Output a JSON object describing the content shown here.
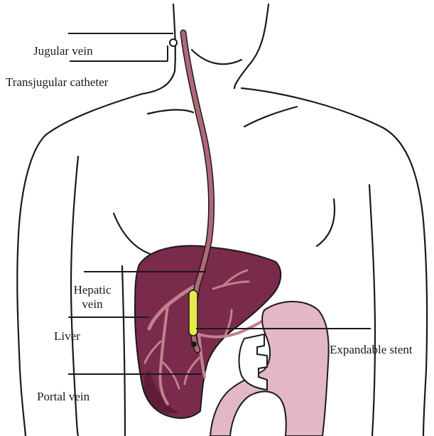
{
  "labels": {
    "jugular_vein": "Jugular vein",
    "transjugular_catheter": "Transjugular catheter",
    "hepatic_vein": "Hepatic vein",
    "liver": "Liver",
    "expandable_stent": "Expandable stent",
    "portal_vein": "Portal vein"
  },
  "colors": {
    "liver": "#7a2a4b",
    "liver_dark": "#5e1d38",
    "vessel": "#c0818f",
    "catheter": "#b06878",
    "stomach": "#e3b7c4",
    "stent": "#e8e84a",
    "outline": "#1a1a1a"
  }
}
